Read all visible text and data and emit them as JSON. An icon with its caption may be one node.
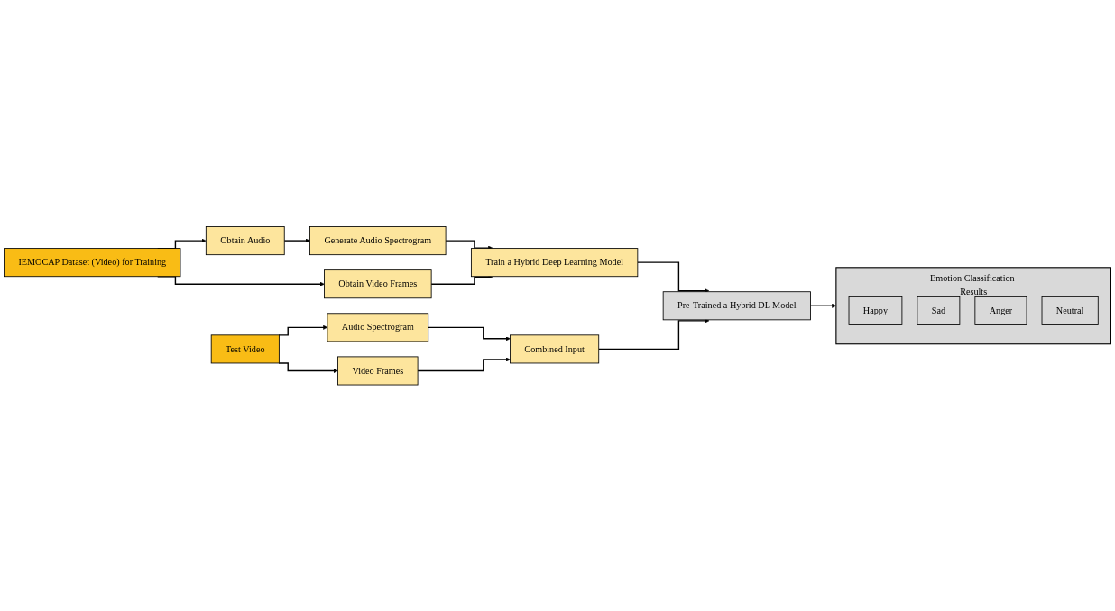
{
  "diagram": {
    "nodes": [
      {
        "text": [
          "IEMOCAP Dataset (Video) for Training"
        ]
      },
      {
        "text": [
          "Obtain Audio"
        ]
      },
      {
        "text": [
          "Generate Audio Spectrogram"
        ]
      },
      {
        "text": [
          "Obtain Video Frames"
        ]
      },
      {
        "text": [
          "Train a Hybrid Deep Learning Model"
        ]
      },
      {
        "text": [
          "Emotion Classification Results"
        ]
      },
      {
        "text": [
          "Happy"
        ],
        "in": 5
      },
      {
        "text": [
          "Sad"
        ],
        "in": 5
      },
      {
        "text": [
          "Anger"
        ],
        "in": 5
      },
      {
        "text": [
          "Neutral"
        ],
        "in": 5
      },
      {
        "text": [
          "Pre-Trained a Hybrid DL Model"
        ]
      },
      {
        "text": [
          "Test Video"
        ]
      },
      {
        "text": [
          "Audio Spectrogram"
        ]
      },
      {
        "text": [
          "Video Frames"
        ]
      },
      {
        "text": [
          "Combined Input"
        ]
      }
    ],
    "edges": [
      {
        "from": 0,
        "to": 1,
        "arrow": "to"
      },
      {
        "from": 0,
        "to": 3,
        "arrow": "to"
      },
      {
        "from": 1,
        "to": 2,
        "arrow": "to"
      },
      {
        "from": 2,
        "to": 4,
        "arrow": "to"
      },
      {
        "from": 3,
        "to": 4,
        "arrow": "to"
      },
      {
        "from": 4,
        "to": 10,
        "arrow": "to"
      },
      {
        "from": 10,
        "to": 5,
        "arrow": "to"
      },
      {
        "from": 11,
        "to": 12,
        "arrow": "to"
      },
      {
        "from": 11,
        "to": 13,
        "arrow": "to"
      },
      {
        "from": 12,
        "to": 14,
        "arrow": "to"
      },
      {
        "from": 13,
        "to": 14,
        "arrow": "to"
      },
      {
        "from": 14,
        "to": 10,
        "arrow": "to"
      }
    ]
  }
}
